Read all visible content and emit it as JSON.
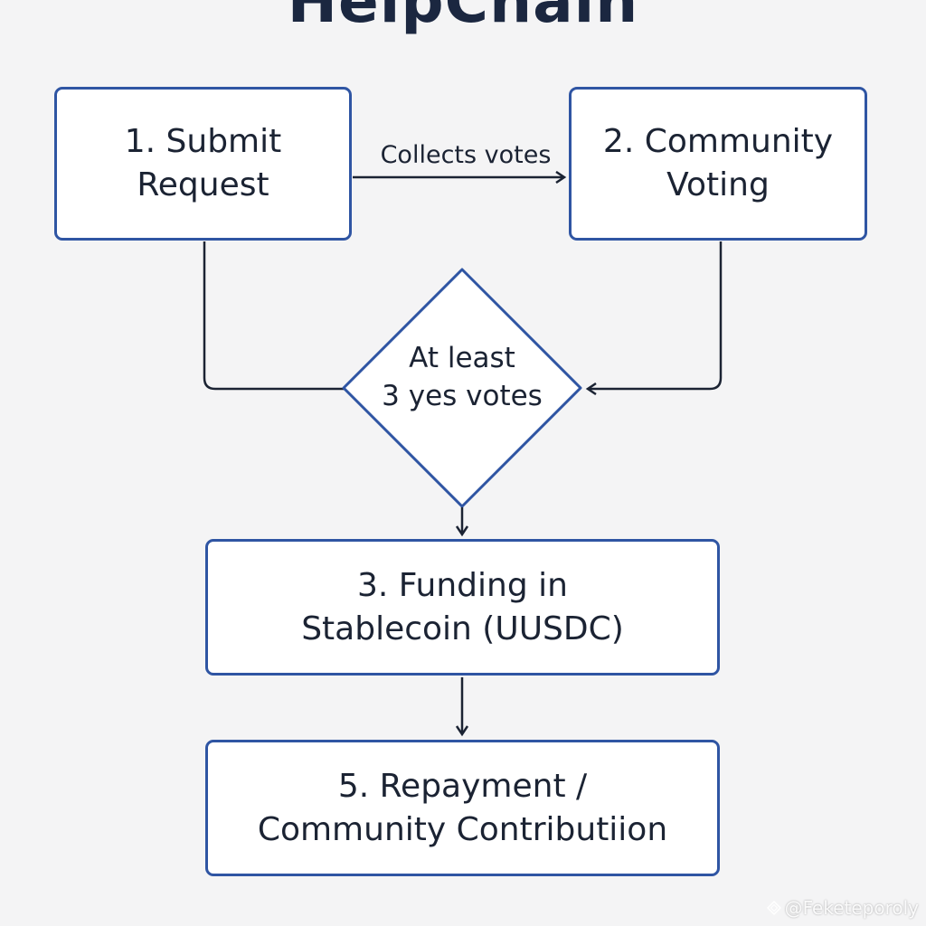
{
  "diagram": {
    "title": "HelpChain",
    "nodes": {
      "submit": {
        "line1": "1. Submit",
        "line2": "Request"
      },
      "voting": {
        "line1": "2. Community",
        "line2": "Voting"
      },
      "decision": {
        "line1": "At least",
        "line2": "3 yes votes"
      },
      "funding": {
        "line1": "3. Funding in",
        "line2": "Stablecoin (UUSDC)"
      },
      "repayment": {
        "line1": "5. Repayment /",
        "line2": "Community Contributiion"
      }
    },
    "edges": {
      "submit_to_voting": "Collects votes"
    },
    "colors": {
      "box_border": "#2f55a3",
      "line": "#1b2333",
      "background": "#f4f4f5"
    }
  },
  "watermark": {
    "icon": "diamond-logo-icon",
    "text": "@Feketeporoly"
  }
}
